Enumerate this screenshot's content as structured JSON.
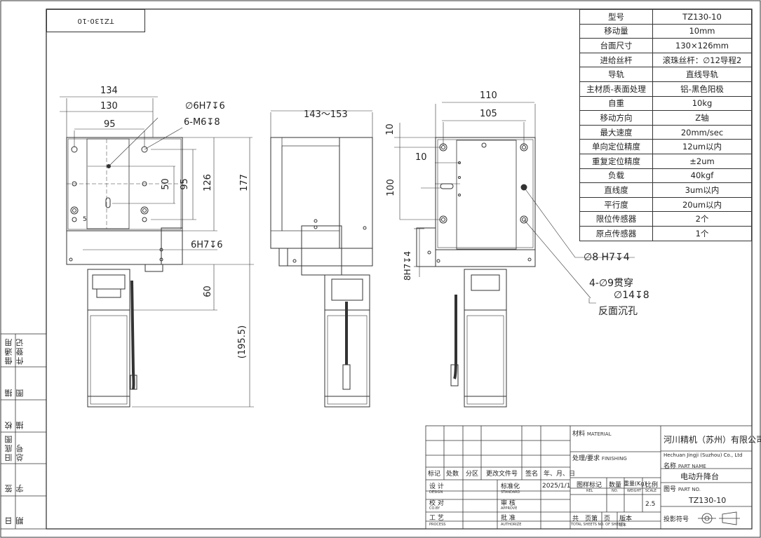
{
  "top_label": "TZ130-10",
  "spec_table": [
    {
      "key": "型号",
      "value": "TZ130-10"
    },
    {
      "key": "移动量",
      "value": "10mm"
    },
    {
      "key": "台面尺寸",
      "value": "130×126mm"
    },
    {
      "key": "进给丝杆",
      "value": "滚珠丝杆：∅12导程2"
    },
    {
      "key": "导轨",
      "value": "直线导轨"
    },
    {
      "key": "主材质-表面处理",
      "value": "铝-黑色阳极"
    },
    {
      "key": "自重",
      "value": "10kg"
    },
    {
      "key": "移动方向",
      "value": "Z轴"
    },
    {
      "key": "最大速度",
      "value": "20mm/sec"
    },
    {
      "key": "单向定位精度",
      "value": "12um以内"
    },
    {
      "key": "重复定位精度",
      "value": "±2um"
    },
    {
      "key": "负载",
      "value": "40kgf"
    },
    {
      "key": "直线度",
      "value": "3um以内"
    },
    {
      "key": "平行度",
      "value": "20um以内"
    },
    {
      "key": "限位传感器",
      "value": "2个"
    },
    {
      "key": "原点传感器",
      "value": "1个"
    }
  ],
  "front_view": {
    "dim_134": "134",
    "dim_130": "130",
    "dim_95": "95",
    "hole_note_1": "∅6H7↧6",
    "hole_note_2": "6-M6↧8",
    "dim_50": "50",
    "dim_95v": "95",
    "dim_126": "126",
    "dim_177": "177",
    "hole_note_3": "6H7↧6",
    "dim_60": "60",
    "dim_195": "(195.5)",
    "small_mark": "5"
  },
  "side_view": {
    "dim_width": "143～153"
  },
  "right_view": {
    "dim_110": "110",
    "dim_105": "105",
    "dim_10a": "10",
    "dim_10b": "10",
    "dim_100": "100",
    "dim_8h7": "8H7↧4",
    "note_pin": "∅8 H7↧4",
    "note_holes": "4-∅9贯穿",
    "note_cbore": "∅14↧8",
    "note_back": "反面沉孔"
  },
  "left_margin": [
    "借通用件登记",
    "描　图",
    "校　描",
    "旧底图总号",
    "签　字",
    "日　期"
  ],
  "title_block": {
    "material": "材料",
    "material_en": "MATERIAL",
    "finish": "处理/要求",
    "finish_en": "FINISHING",
    "company_cn": "河川精机（苏州）有限公司",
    "company_en": "Hechuan Jingji (Suzhou) Co., Ltd",
    "name_label": "名称",
    "name_label_en": "PART NAME",
    "part_name": "电动升降台",
    "no_label": "图号",
    "no_label_en": "PART NO.",
    "part_no": "TZ130-10",
    "proj_label": "投影符号",
    "h_mark": "标记",
    "h_count": "处数",
    "h_zone": "分区",
    "h_docno": "更改文件号",
    "h_sign": "签名",
    "h_date": "年、月、日",
    "design": "设 计",
    "design_en": "DESIGN",
    "check": "校 对",
    "check_en": "CO.BY",
    "process": "工 艺",
    "process_en": "PROCESS",
    "std": "标准化",
    "std_en": "STANDARD",
    "approve": "审 核",
    "approve_en": "APPROVE",
    "auth": "批 准",
    "auth_en": "AUTHORIZE",
    "date": "2025/1/1",
    "stage": "图样标记",
    "stage_en": "REL",
    "qty": "数量",
    "qty_en": "NO.",
    "weight": "重量(Kg)",
    "weight_en": "WEIGHT",
    "scale": "比例",
    "scale_en": "SCALE",
    "scale_val": "2.5",
    "sheets": "共　页第　页",
    "sheets_en": "TOTAL SHEETS NO. OF SHEETS",
    "version": "版本",
    "version_en": "版本"
  }
}
